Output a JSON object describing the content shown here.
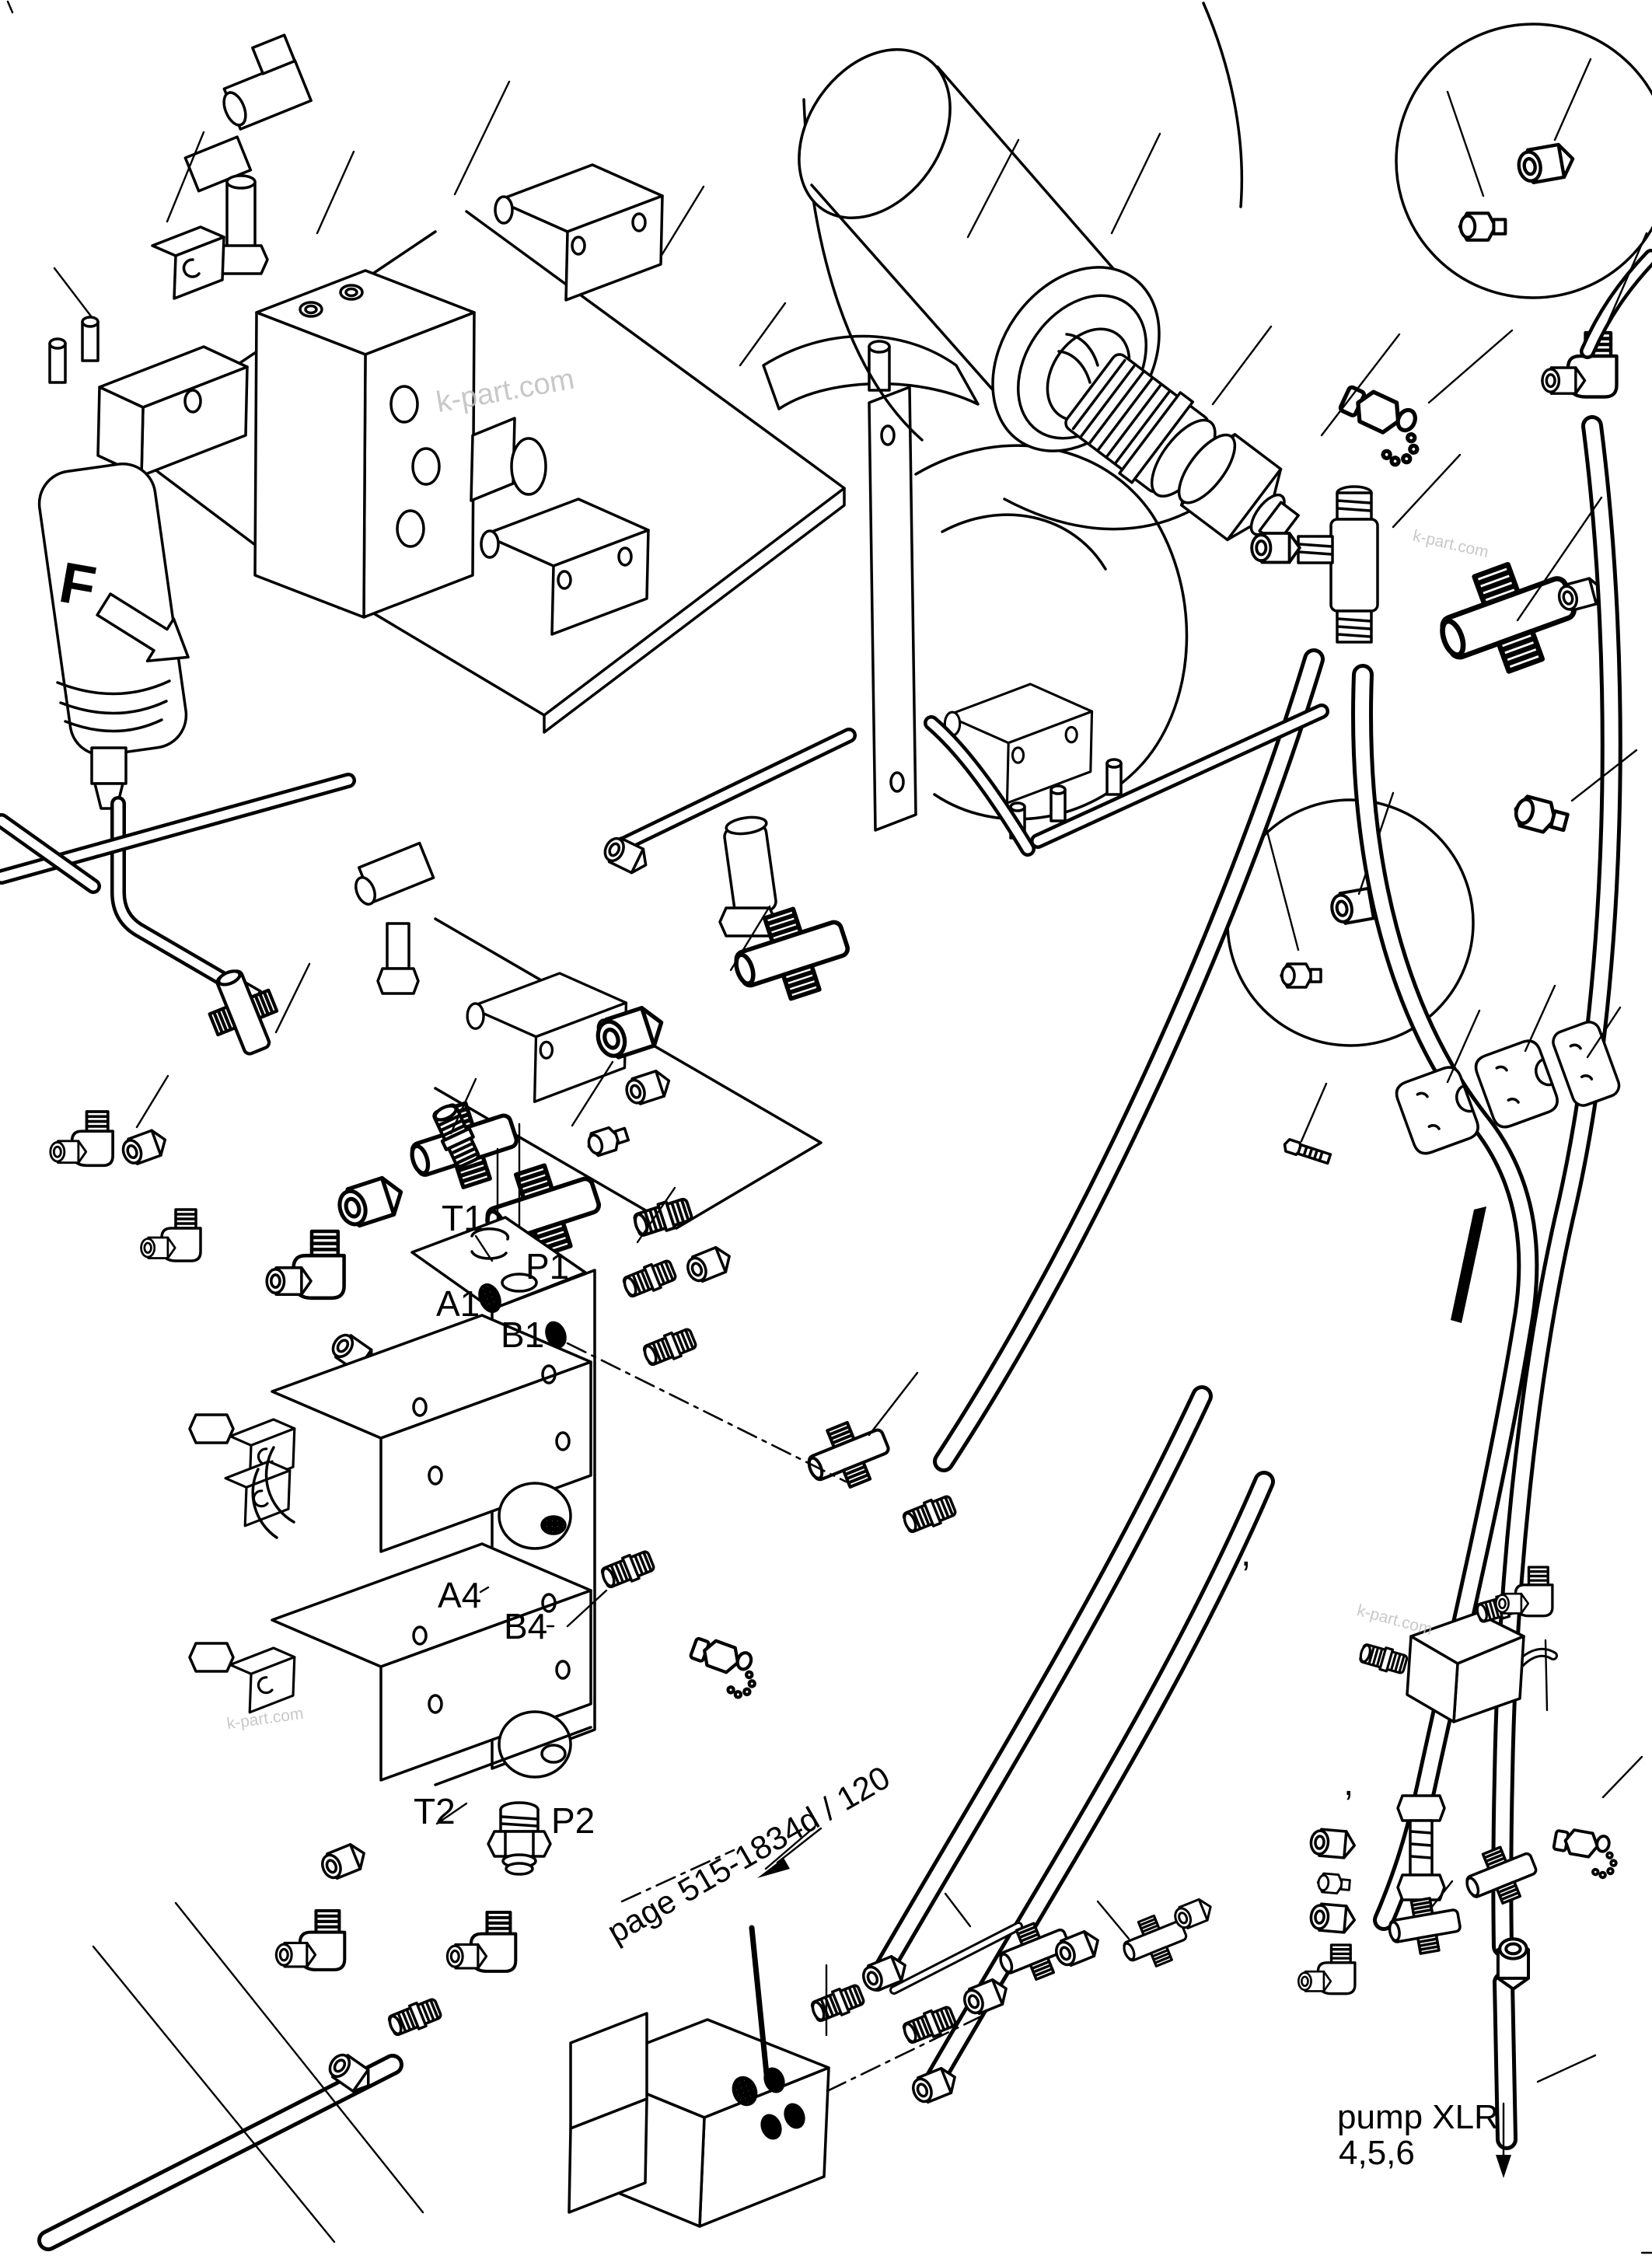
{
  "sheet": {
    "background": "#ffffff",
    "ink": "#000000",
    "watermark_color": "#bfbfbf"
  },
  "view_marker": {
    "label": "F"
  },
  "ports": {
    "t1": "T1",
    "p1": "P1",
    "a1": "A1",
    "b1": "B1",
    "a4": "A4",
    "b4": "B4",
    "t2": "T2",
    "p2": "P2"
  },
  "notes": {
    "page_reference": "page 515-1834d / 120",
    "pump_line1": "pump XLR",
    "pump_line2": "4,5,6"
  },
  "marks": {
    "tick1": ",",
    "tick2": ","
  },
  "watermark": {
    "text": "k-part.com"
  }
}
